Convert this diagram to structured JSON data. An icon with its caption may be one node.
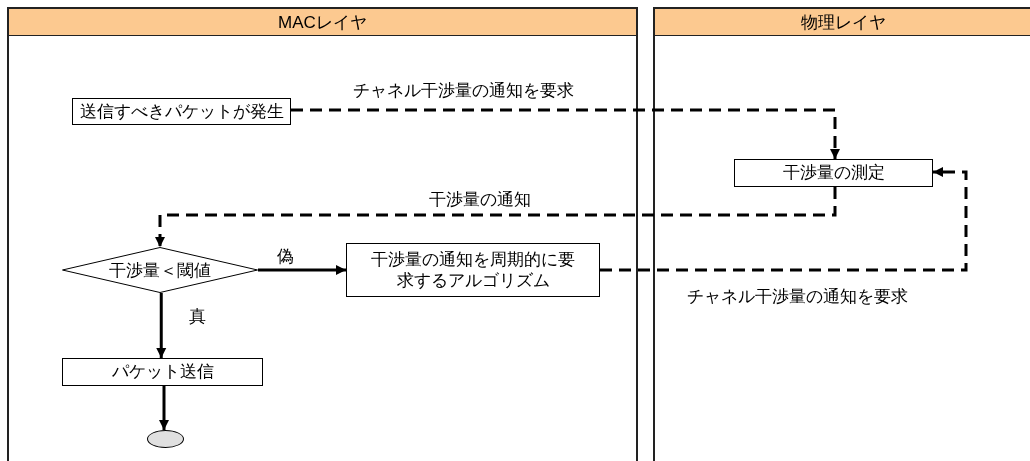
{
  "diagram": {
    "nodes": [
      {
        "text": [
          "MACレイヤ"
        ]
      },
      {
        "text": [
          "物理レイヤ"
        ]
      },
      {
        "text": [
          "送信すべきパケットが発生"
        ],
        "in": 0
      },
      {
        "text": [
          "干渉量の測定"
        ],
        "in": 1
      },
      {
        "text": [
          "干渉量＜閾値"
        ],
        "in": 0
      },
      {
        "text": [
          "干渉量の通知を周期的に要求するアルゴリズム"
        ],
        "in": 0
      },
      {
        "text": [
          "パケット送信"
        ],
        "in": 0
      },
      {
        "text": [],
        "shape": "circle",
        "in": 0
      }
    ],
    "edges": [
      {
        "from": 2,
        "to": 3,
        "arrow": "to",
        "label": "チャネル干渉量の通知を要求",
        "style": "dashed"
      },
      {
        "from": 3,
        "to": 4,
        "arrow": "to",
        "label": "干渉量の通知",
        "style": "dashed"
      },
      {
        "from": 4,
        "to": 5,
        "arrow": "to",
        "label": "偽"
      },
      {
        "from": 5,
        "to": 3,
        "arrow": "to",
        "label": "チャネル干渉量の通知を要求",
        "style": "dashed"
      },
      {
        "from": 4,
        "to": 6,
        "arrow": "to",
        "label": "真"
      },
      {
        "from": 6,
        "to": 7,
        "arrow": "to"
      }
    ]
  }
}
